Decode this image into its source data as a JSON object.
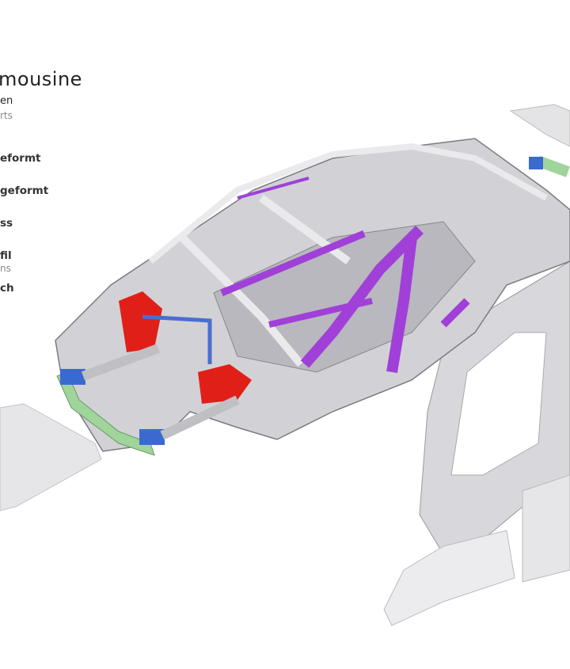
{
  "title": "mousine",
  "subtitle_line1": "en",
  "subtitle_line2": "rts",
  "legend": [
    {
      "label": "eformt",
      "note": ""
    },
    {
      "label": "geformt",
      "note": ""
    },
    {
      "label": "ss",
      "note": ""
    },
    {
      "label": "fil",
      "note": "ns"
    },
    {
      "label": "ch",
      "note": ""
    }
  ],
  "colors": {
    "frame": "#c8c8cc",
    "frame_dark": "#8e8e92",
    "purple": "#a040d8",
    "red": "#e02018",
    "blue": "#3a6ad0",
    "green": "#9fd49a"
  }
}
